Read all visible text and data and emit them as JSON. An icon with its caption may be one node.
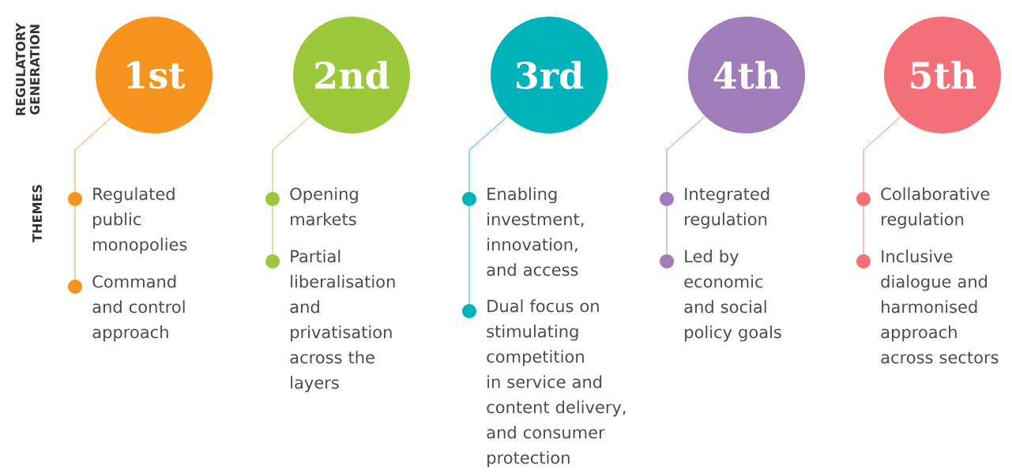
{
  "diagram": {
    "nodes": [
      {
        "text": [
          "1st"
        ]
      },
      {
        "text": [
          "2nd"
        ]
      },
      {
        "text": [
          "3rd"
        ]
      },
      {
        "text": [
          "4th"
        ]
      },
      {
        "text": [
          "5th"
        ]
      },
      {
        "text": [],
        "shape": "circle",
        "beside": [
          "Regulated public monopolies"
        ]
      },
      {
        "text": [],
        "shape": "circle",
        "beside": [
          "Command and control approach"
        ]
      },
      {
        "text": [],
        "shape": "circle",
        "beside": [
          "Opening markets"
        ]
      },
      {
        "text": [],
        "shape": "circle",
        "beside": [
          "Partial liberalisation and privatisation across the layers"
        ]
      },
      {
        "text": [],
        "shape": "circle",
        "beside": [
          "Enabling investment, innovation, and access"
        ]
      },
      {
        "text": [],
        "shape": "circle",
        "beside": [
          "Dual focus on stimulating competition in service and content delivery, and consumer protection"
        ]
      },
      {
        "text": [],
        "shape": "circle",
        "beside": [
          "Integrated regulation"
        ]
      },
      {
        "text": [],
        "shape": "circle",
        "beside": [
          "Led by economic and social policy goals"
        ]
      },
      {
        "text": [],
        "shape": "circle",
        "beside": [
          "Collaborative regulation"
        ]
      },
      {
        "text": [],
        "shape": "circle",
        "beside": [
          "Inclusive dialogue and harmonised approach across sectors"
        ]
      }
    ],
    "edges": [
      {
        "from": 0,
        "to": 5,
        "arrow": "none",
        "color": "#f7941d"
      },
      {
        "from": 5,
        "to": 6,
        "arrow": "none",
        "color": "#f7941d"
      },
      {
        "from": 1,
        "to": 7,
        "arrow": "none",
        "color": "#9bc93b"
      },
      {
        "from": 7,
        "to": 8,
        "arrow": "none",
        "color": "#9bc93b"
      },
      {
        "from": 2,
        "to": 9,
        "arrow": "none",
        "color": "#00b3bb"
      },
      {
        "from": 9,
        "to": 10,
        "arrow": "none",
        "color": "#00b3bb"
      },
      {
        "from": 3,
        "to": 11,
        "arrow": "none",
        "color": "#a07cb8"
      },
      {
        "from": 11,
        "to": 12,
        "arrow": "none",
        "color": "#a07cb8"
      },
      {
        "from": 4,
        "to": 13,
        "arrow": "none",
        "color": "#f4717a"
      },
      {
        "from": 13,
        "to": 14,
        "arrow": "none",
        "color": "#f4717a"
      }
    ],
    "labels": [
      "REGULATORY GENERATION",
      "THEMES"
    ]
  }
}
